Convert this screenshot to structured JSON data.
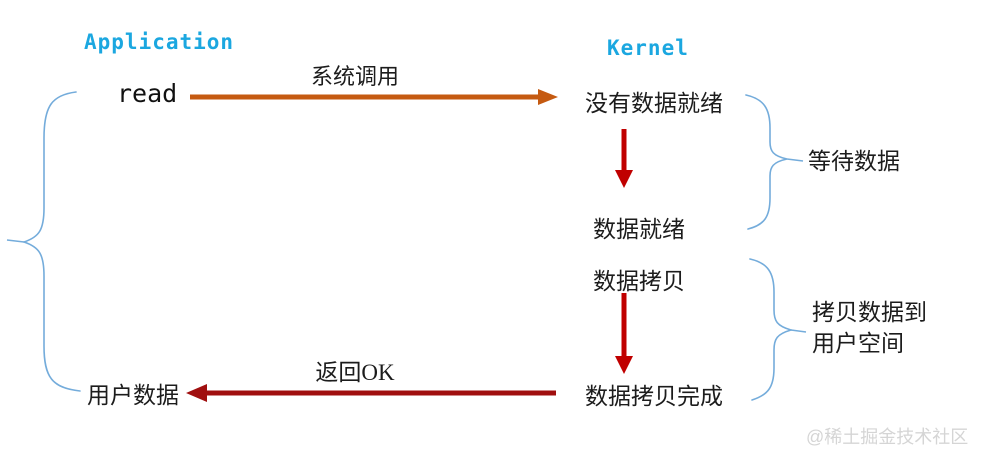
{
  "diagram": {
    "title_implied": "blocking read flow",
    "columns": {
      "application_label": "Application",
      "kernel_label": "Kernel"
    },
    "nodes": {
      "read": "read",
      "user_data": "用户数据",
      "no_data_ready": "没有数据就绪",
      "data_ready": "数据就绪",
      "data_copy": "数据拷贝",
      "data_copy_done": "数据拷贝完成"
    },
    "arrows": {
      "syscall_label": "系统调用",
      "return_ok_label": "返回OK"
    },
    "braces": {
      "wait_data_label": "等待数据",
      "copy_to_user_line1": "拷贝数据到",
      "copy_to_user_line2": "用户空间"
    },
    "watermark": "@稀土掘金技术社区",
    "colors": {
      "accent_cyan": "#1BA7E0",
      "arrow_orange": "#C55A11",
      "arrow_red": "#C00000",
      "arrow_dark_red": "#A00F0F",
      "brace_blue": "#74ACDB",
      "watermark_gray": "#D5D5D5",
      "text_black": "#1C1C1C"
    }
  }
}
